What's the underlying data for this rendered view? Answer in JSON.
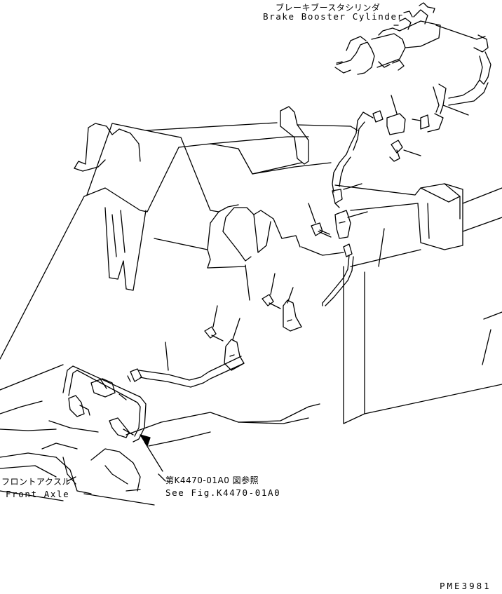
{
  "labels": {
    "brake_booster_jp": "ブレーキブースタシリンダ",
    "brake_booster_en": "Brake Booster Cylinder",
    "front_axle_jp": "フロントアクスル",
    "front_axle_en": "Front Axle",
    "see_fig_jp": "第K4470-01A0 図参照",
    "see_fig_en": "See Fig.K4470-01A0",
    "drawing_code": "PME3981"
  },
  "colors": {
    "line": "#000000",
    "background": "#ffffff"
  }
}
